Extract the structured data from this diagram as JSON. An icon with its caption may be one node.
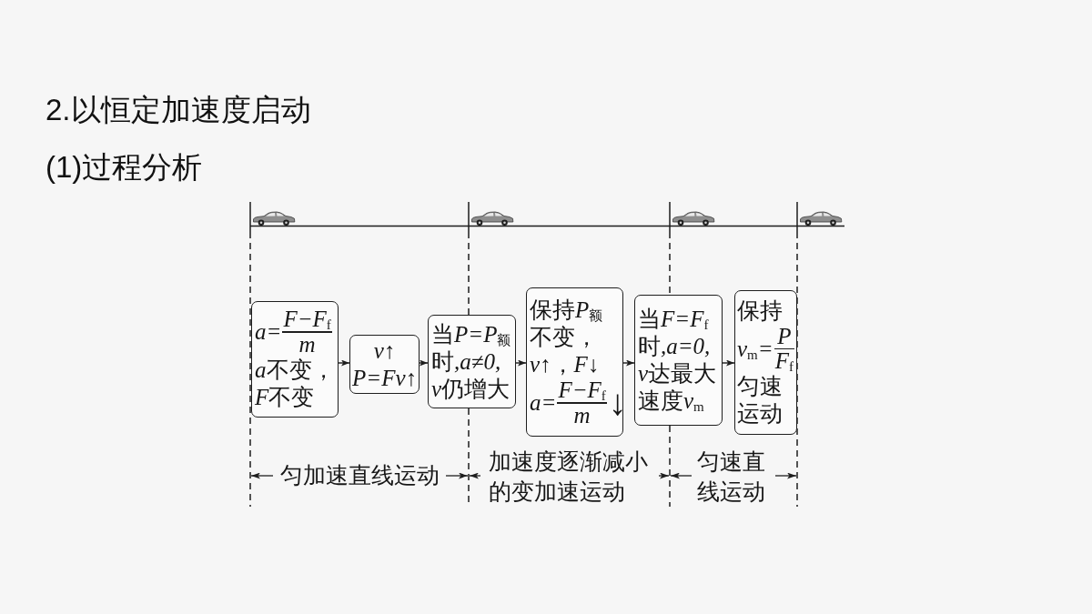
{
  "diagram": {
    "title": "2.以恒定加速度启动",
    "nodes": [
      {
        "text": [
          "a=",
          "F−F$_{f}$",
          "m",
          "a不变，F不变"
        ]
      },
      {
        "text": [
          "v↑",
          "P=Fv↑"
        ]
      },
      {
        "text": [
          "当P=P$_{额}$时,a≠0, v仍增大"
        ]
      },
      {
        "text": [
          "保持P$_{额}$不变，v↑，F↓",
          "a=",
          "F−F$_{f}$",
          "m",
          "↓"
        ]
      },
      {
        "text": [
          "当F=F$_{f}$时,a=0, v达最大速度v$_{m}$"
        ]
      },
      {
        "text": [
          "保持",
          "v$_{m}$=",
          "P",
          "F$_{f}$",
          "匀速运动"
        ]
      }
    ],
    "edges": [
      {
        "from": 0,
        "to": 1,
        "arrow": "to"
      },
      {
        "from": 1,
        "to": 2,
        "arrow": "to"
      },
      {
        "from": 2,
        "to": 3,
        "arrow": "to"
      },
      {
        "from": 3,
        "to": 4,
        "arrow": "to"
      },
      {
        "from": 4,
        "to": 5,
        "arrow": "to"
      }
    ],
    "labels": [
      "(1)过程分析",
      "匀加速直线运动",
      "加速度逐渐减小的变加速运动",
      "匀速直线运动"
    ]
  }
}
